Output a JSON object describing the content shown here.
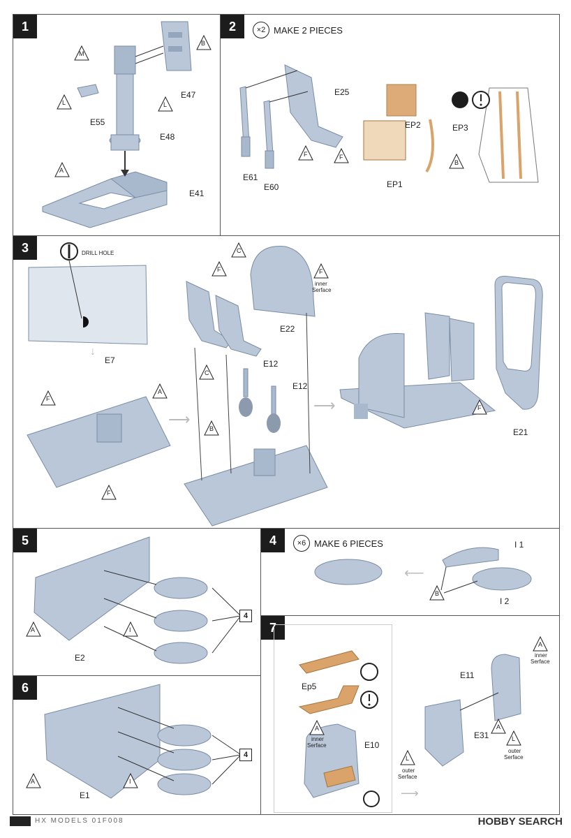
{
  "steps": {
    "s1": {
      "num": "1",
      "labels": {
        "m": "M",
        "b": "B",
        "l1": "L",
        "l2": "L",
        "a": "A",
        "e47": "E47",
        "e55": "E55",
        "e48": "E48",
        "e41": "E41"
      }
    },
    "s2": {
      "num": "2",
      "multiplier": "×2",
      "title": "MAKE 2 PIECES",
      "labels": {
        "e25": "E25",
        "f1": "F",
        "f2": "F",
        "e61": "E61",
        "e60": "E60",
        "ep2": "EP2",
        "ep3": "EP3",
        "ep1": "EP1",
        "b": "B"
      }
    },
    "s3": {
      "num": "3",
      "drill": "DRILL HOLE",
      "labels": {
        "c1": "C",
        "f1": "F",
        "f2": "F",
        "inner": "inner",
        "serface": "Serface",
        "e22": "E22",
        "e7": "E7",
        "e12a": "E12",
        "e12b": "E12",
        "c2": "C",
        "b": "B",
        "a": "A",
        "f3": "F",
        "f4": "F",
        "f5": "F",
        "e21": "E21"
      }
    },
    "s5": {
      "num": "5",
      "labels": {
        "a": "A",
        "i": "I",
        "e2": "E2"
      },
      "ref": "4"
    },
    "s4": {
      "num": "4",
      "multiplier": "×6",
      "title": "MAKE 6 PIECES",
      "labels": {
        "i1": "I 1",
        "i2": "I 2",
        "b": "B"
      }
    },
    "s6": {
      "num": "6",
      "labels": {
        "a": "A",
        "i": "I",
        "e1": "E1"
      },
      "ref": "4"
    },
    "s7": {
      "num": "7",
      "labels": {
        "ep5": "Ep5",
        "a1": "A",
        "inner1": "inner",
        "serface1": "Serface",
        "e10": "E10",
        "a2": "A",
        "inner2": "inner",
        "serface2": "Serface",
        "e11": "E11",
        "e31": "E31",
        "a3": "A",
        "l1": "L",
        "outer1": "outer",
        "serface3": "Serface",
        "l2": "L",
        "outer2": "outer",
        "serface4": "Serface"
      }
    }
  },
  "footer": {
    "left": "HX MODELS 01F008",
    "right": "HOBBY SEARCH"
  },
  "colors": {
    "part": "#b9c7d8",
    "partDark": "#93a6be",
    "etch": "#d9a36a",
    "frame": "#555555"
  }
}
